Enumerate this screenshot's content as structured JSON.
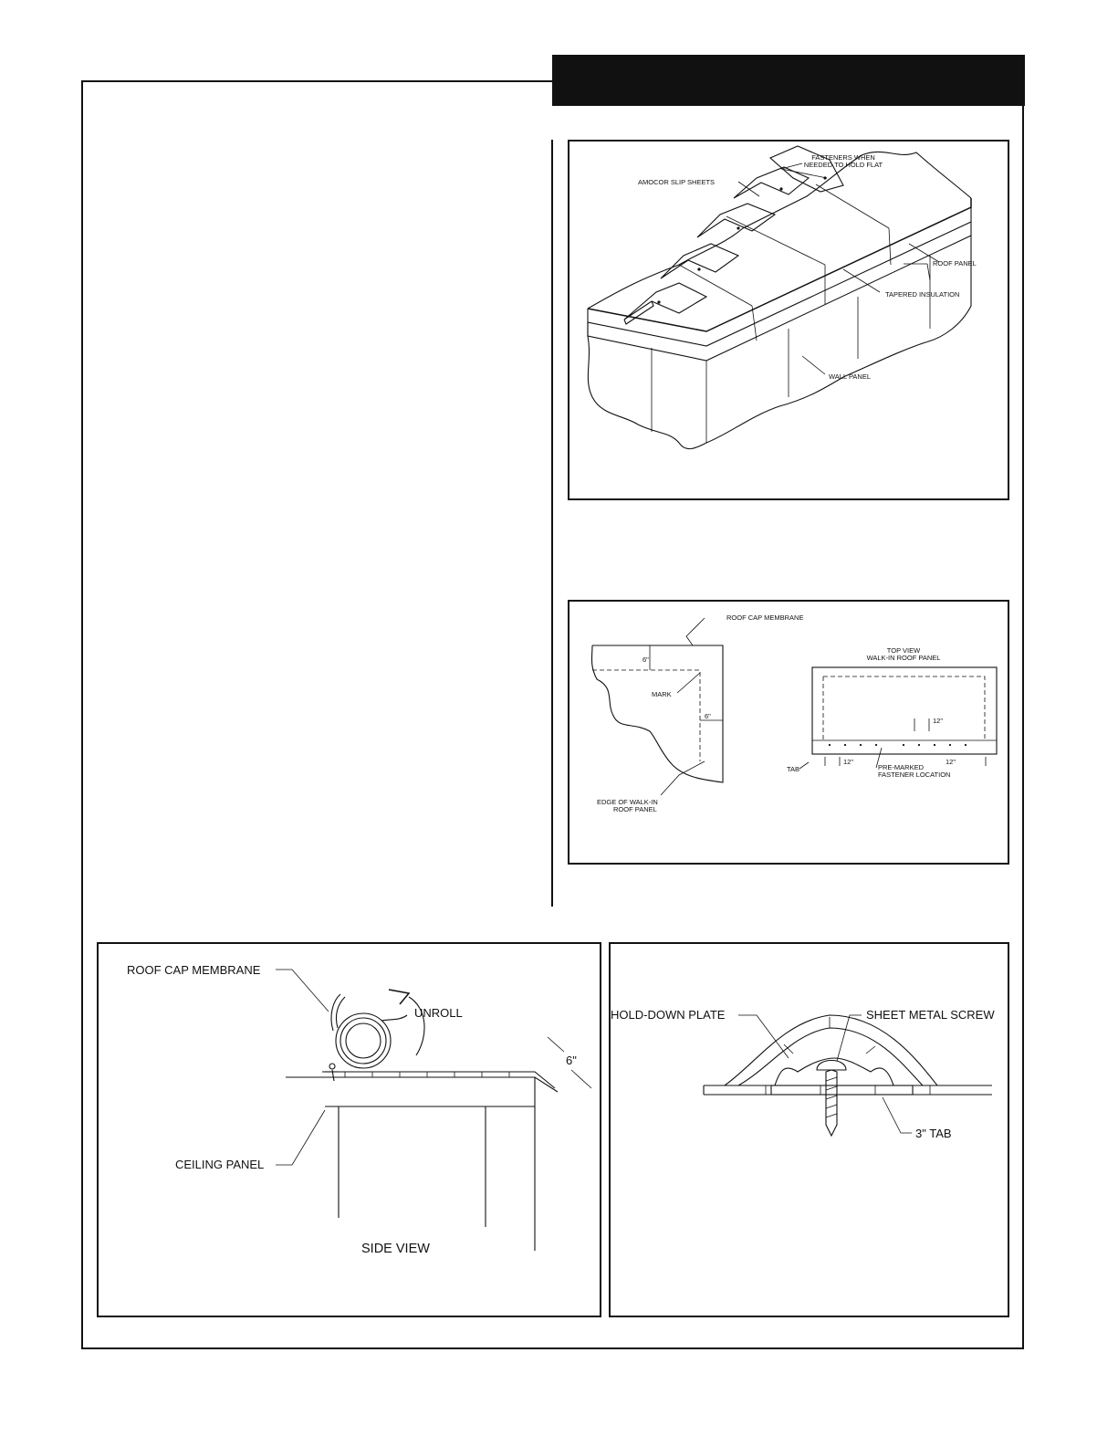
{
  "iso_view": {
    "fasteners_line1": "FASTENERS WHEN",
    "fasteners_line2": "NEEDED TO HOLD FLAT",
    "slip_sheets": "AMOCOR SLIP SHEETS",
    "roof_panel": "ROOF PANEL",
    "tapered_insulation": "TAPERED INSULATION",
    "wall_panel": "WALL PANEL"
  },
  "membrane_view": {
    "roof_cap_membrane": "ROOF CAP MEMBRANE",
    "dim_top": "6\"",
    "dim_side": "6\"",
    "mark": "MARK",
    "edge_line1": "EDGE OF WALK-IN",
    "edge_line2": "ROOF PANEL"
  },
  "top_view": {
    "title_line1": "TOP VIEW",
    "title_line2": "WALK-IN ROOF PANEL",
    "spacing_upper": "12\"",
    "spacing_left": "12\"",
    "spacing_right": "12\"",
    "tab": "TAB",
    "premarked_line1": "PRE-MARKED",
    "premarked_line2": "FASTENER LOCATION"
  },
  "side_view": {
    "roof_cap_membrane": "ROOF CAP MEMBRANE",
    "unroll": "UNROLL",
    "dim": "6\"",
    "ceiling_panel": "CEILING PANEL",
    "caption": "SIDE VIEW"
  },
  "plate_view": {
    "hold_down_plate": "HOLD-DOWN PLATE",
    "sheet_metal_screw": "SHEET METAL SCREW",
    "tab": "3\" TAB"
  }
}
